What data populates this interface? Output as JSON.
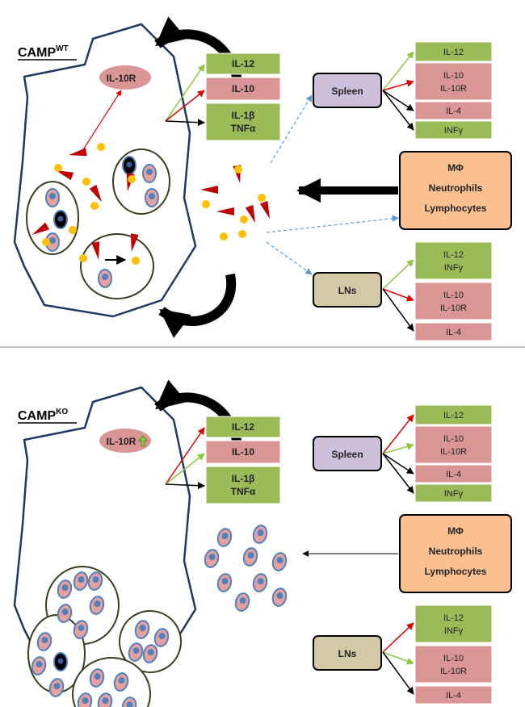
{
  "colors": {
    "green": "#9BBB59",
    "pink": "#DA9694",
    "purple": "#CCC0DA",
    "tan": "#D4C9A6",
    "orange": "#FAC090",
    "cell_outline": "#1F3864",
    "vacuole_outline": "#3B3B1F",
    "cytokine_red": "#C00000",
    "bead_yellow": "#FFC000",
    "parasite_fill": "#E6A0A0",
    "nucleus_blue": "#4F81BD",
    "dashed_arrow": "#5B9BD5"
  },
  "panels": [
    {
      "id": "wt",
      "title_main": "CAMP",
      "title_sup": "WT",
      "receptor": "IL-10R",
      "receptor_up": false,
      "cell_cytokines": [
        {
          "text": "IL-12",
          "color": "green"
        },
        {
          "text": "IL-10",
          "color": "pink"
        },
        {
          "text": "IL-1β\nTNFα",
          "color": "green"
        }
      ],
      "spleen": {
        "label": "Spleen",
        "cytokines": [
          {
            "text": "IL-12",
            "color": "green"
          },
          {
            "text": "IL-10\nIL-10R",
            "color": "pink"
          },
          {
            "text": "IL-4",
            "color": "pink"
          },
          {
            "text": "INFγ",
            "color": "green"
          }
        ]
      },
      "lns": {
        "label": "LNs",
        "cytokines": [
          {
            "text": "IL-12\nINFγ",
            "color": "green"
          },
          {
            "text": "IL-10\nIL-10R",
            "color": "pink"
          },
          {
            "text": "IL-4",
            "color": "pink"
          }
        ]
      },
      "immune_cells": [
        "MΦ",
        "Neutrophils",
        "Lymphocytes"
      ]
    },
    {
      "id": "ko",
      "title_main": "CAMP",
      "title_sup": "KO",
      "receptor": "IL-10R",
      "receptor_up": true,
      "cell_cytokines": [
        {
          "text": "IL-12",
          "color": "green"
        },
        {
          "text": "IL-10",
          "color": "pink"
        },
        {
          "text": "IL-1β\nTNFα",
          "color": "green"
        }
      ],
      "spleen": {
        "label": "Spleen",
        "cytokines": [
          {
            "text": "IL-12",
            "color": "green"
          },
          {
            "text": "IL-10\nIL-10R",
            "color": "pink"
          },
          {
            "text": "IL-4",
            "color": "pink"
          },
          {
            "text": "INFγ",
            "color": "green"
          }
        ]
      },
      "lns": {
        "label": "LNs",
        "cytokines": [
          {
            "text": "IL-12\nINFγ",
            "color": "green"
          },
          {
            "text": "IL-10\nIL-10R",
            "color": "pink"
          },
          {
            "text": "IL-4",
            "color": "pink"
          }
        ]
      },
      "immune_cells": [
        "MΦ",
        "Neutrophils",
        "Lymphocytes"
      ]
    }
  ]
}
